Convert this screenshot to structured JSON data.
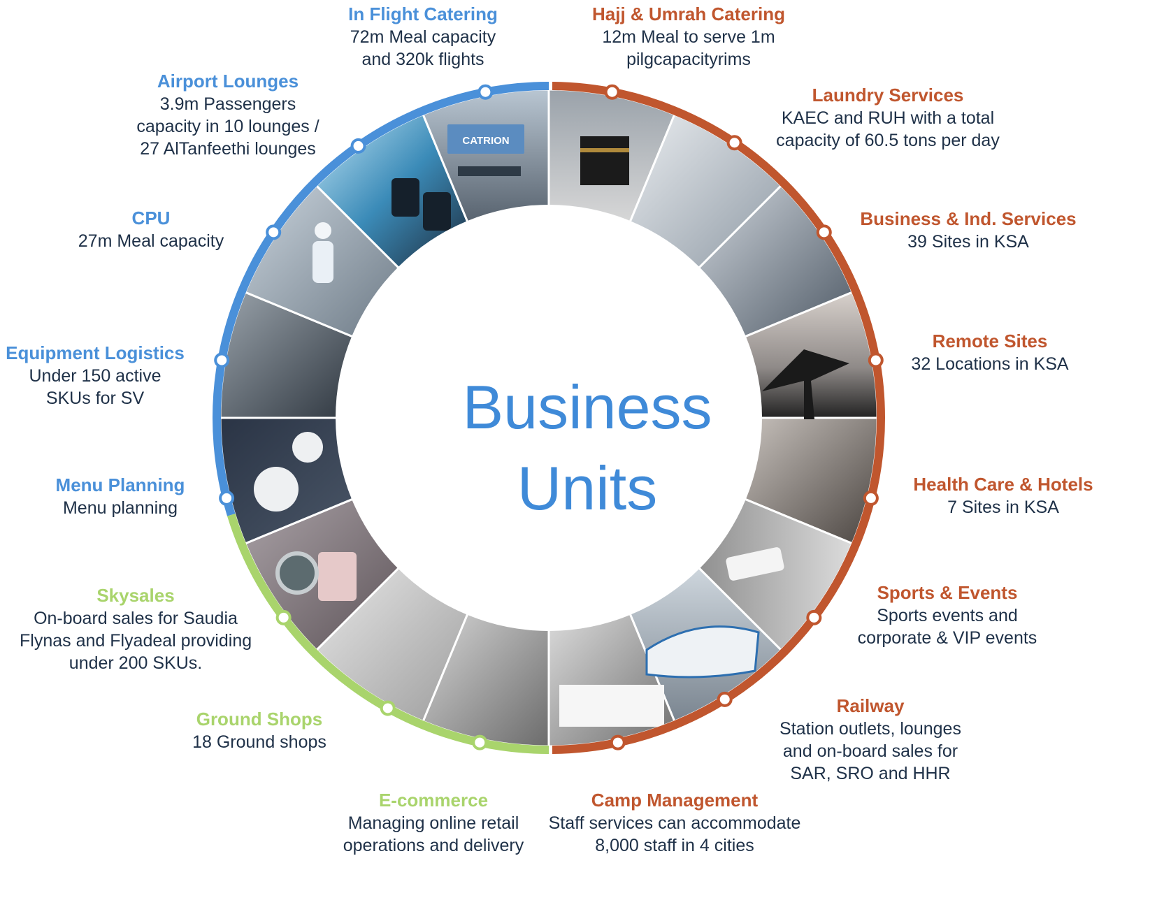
{
  "center_title": {
    "line1": "Business",
    "line2": "Units"
  },
  "colors": {
    "blue": "#4a90d9",
    "green": "#a9d46c",
    "orange": "#c0562e",
    "text": "#1f3148"
  },
  "units": [
    {
      "key": "in-flight-catering",
      "group": "blue",
      "title": "In Flight Catering",
      "lines": [
        "72m Meal capacity",
        "and 320k flights"
      ]
    },
    {
      "key": "hajj-umrah-catering",
      "group": "orange",
      "title": "Hajj & Umrah Catering",
      "lines": [
        "12m Meal to serve 1m",
        "pilgcapacityrims"
      ]
    },
    {
      "key": "airport-lounges",
      "group": "blue",
      "title": "Airport Lounges",
      "lines": [
        "3.9m Passengers",
        "capacity in 10 lounges /",
        "27 AlTanfeethi lounges"
      ]
    },
    {
      "key": "laundry-services",
      "group": "orange",
      "title": "Laundry Services",
      "lines": [
        "KAEC and RUH with a total",
        "capacity of 60.5 tons per day"
      ]
    },
    {
      "key": "cpu",
      "group": "blue",
      "title": "CPU",
      "lines": [
        "27m Meal capacity"
      ]
    },
    {
      "key": "business-ind-services",
      "group": "orange",
      "title": "Business & Ind. Services",
      "lines": [
        "39 Sites in KSA"
      ]
    },
    {
      "key": "equipment-logistics",
      "group": "blue",
      "title": "Equipment Logistics",
      "lines": [
        "Under 150 active",
        "SKUs for SV"
      ]
    },
    {
      "key": "remote-sites",
      "group": "orange",
      "title": "Remote Sites",
      "lines": [
        "32 Locations in KSA"
      ]
    },
    {
      "key": "menu-planning",
      "group": "blue",
      "title": "Menu Planning",
      "lines": [
        "Menu planning"
      ]
    },
    {
      "key": "health-care-hotels",
      "group": "orange",
      "title": "Health Care & Hotels",
      "lines": [
        "7 Sites in KSA"
      ]
    },
    {
      "key": "skysales",
      "group": "green",
      "title": "Skysales",
      "lines": [
        "On-board sales for Saudia",
        "Flynas and Flyadeal providing",
        "under 200 SKUs."
      ]
    },
    {
      "key": "sports-events",
      "group": "orange",
      "title": "Sports & Events",
      "lines": [
        "Sports events and",
        "corporate & VIP events"
      ]
    },
    {
      "key": "ground-shops",
      "group": "green",
      "title": "Ground Shops",
      "lines": [
        "18 Ground shops"
      ]
    },
    {
      "key": "railway",
      "group": "orange",
      "title": "Railway",
      "lines": [
        "Station outlets, lounges",
        "and on-board sales for",
        "SAR, SRO and HHR"
      ]
    },
    {
      "key": "e-commerce",
      "group": "green",
      "title": "E-commerce",
      "lines": [
        "Managing online retail",
        "operations and delivery"
      ]
    },
    {
      "key": "camp-management",
      "group": "orange",
      "title": "Camp Management",
      "lines": [
        "Staff services can accommodate",
        "8,000 staff in 4 cities"
      ]
    }
  ],
  "photo_logo_text": "CATRION"
}
